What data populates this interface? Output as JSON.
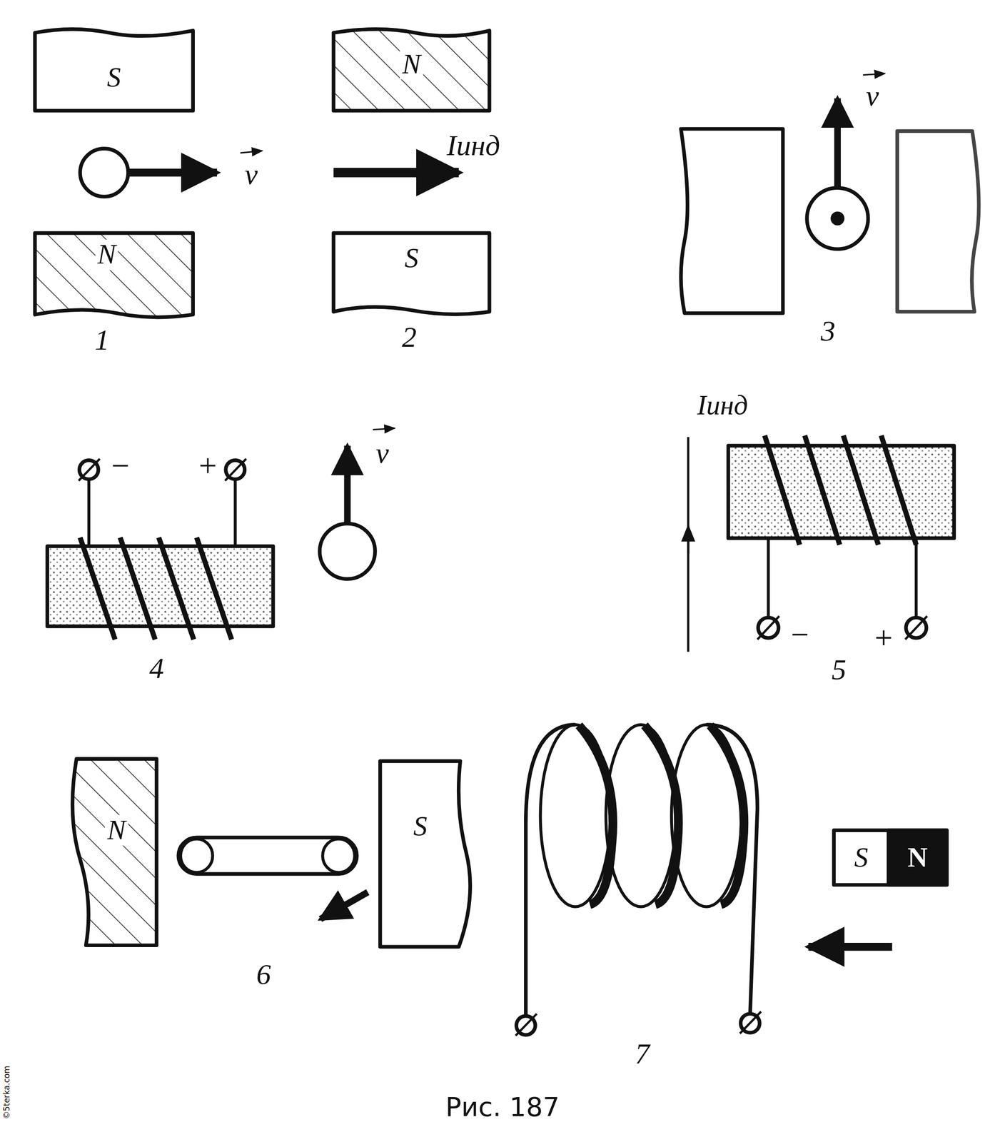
{
  "diagram": {
    "caption": "Рис. 187",
    "nodes": [
      {
        "text": [
          "S"
        ]
      },
      {
        "text": [
          "N"
        ]
      },
      {
        "text": [
          "N"
        ]
      },
      {
        "text": [
          "S"
        ]
      },
      {
        "text": [
          "N"
        ]
      },
      {
        "text": [
          "S"
        ]
      },
      {
        "text": [
          "S"
        ]
      },
      {
        "text": [
          "N"
        ]
      }
    ],
    "labels": [
      "v",
      "Iинд",
      "1",
      "2",
      "v",
      "3",
      "−",
      "+",
      "v",
      "4",
      "Iинд",
      "−",
      "+",
      "5",
      "6",
      "7",
      "©5terka.com"
    ]
  }
}
